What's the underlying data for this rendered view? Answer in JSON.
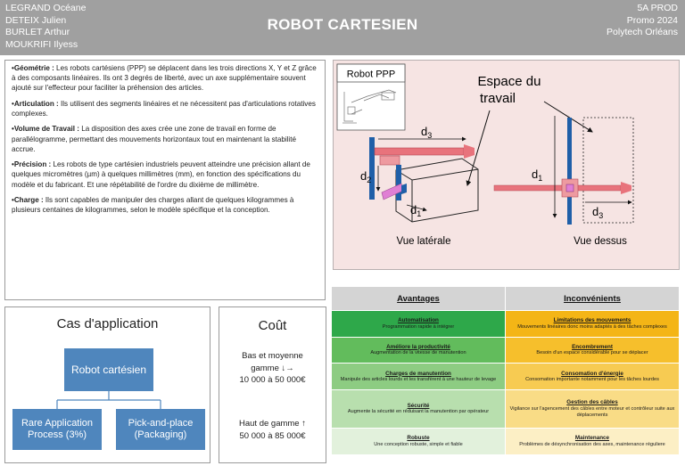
{
  "header": {
    "authors": [
      "LEGRAND Océane",
      "DETEIX Julien",
      "BURLET Arthur",
      "MOUKRIFI Ilyess"
    ],
    "title": "ROBOT CARTESIEN",
    "meta": [
      "5A PROD",
      "Promo  2024",
      "Polytech Orléans"
    ]
  },
  "info": [
    {
      "label": "•Géométrie :",
      "text": " Les robots cartésiens (PPP) se déplacent dans les trois directions X, Y et Z grâce à des composants linéaires. Ils ont 3 degrés de liberté, avec un axe supplémentaire souvent ajouté sur l'effecteur pour faciliter la préhension des articles."
    },
    {
      "label": "•Articulation :",
      "text": " Ils utilisent des segments linéaires et ne nécessitent pas d'articulations rotatives complexes."
    },
    {
      "label": "•Volume de Travail :",
      "text": " La disposition des axes crée une zone de travail en forme de parallélogramme, permettant des mouvements horizontaux tout en maintenant la stabilité accrue."
    },
    {
      "label": "•Précision :",
      "text": " Les robots de type cartésien industriels peuvent atteindre une précision allant de quelques micromètres (µm) à quelques millimètres (mm), en fonction des spécifications du modèle et du fabricant. Et une répétabilité de l'ordre du dixième de millimètre."
    },
    {
      "label": "•Charge :",
      "text": " Ils sont capables de manipuler des charges allant de quelques kilogrammes à plusieurs centaines de kilogrammes, selon le modèle spécifique et la conception."
    }
  ],
  "diagram": {
    "robot_label": "Robot PPP",
    "workspace_label_1": "Espace du",
    "workspace_label_2": "travail",
    "side_view": "Vue latérale",
    "top_view": "Vue dessus",
    "d_symbol": "d",
    "sub1": "1",
    "sub2": "2",
    "sub3": "3"
  },
  "table": {
    "headers": [
      "Avantages",
      "Inconvénients"
    ],
    "rows": [
      {
        "adv_title": "Automatisation",
        "adv_desc": "Programmation rapide à intégrer",
        "dis_title": "Limitations des mouvements",
        "dis_desc": "Mouvements linéaires donc moins adaptés à des tâches complexes"
      },
      {
        "adv_title": "Améliore la productivité",
        "adv_desc": "Augmentation de la vitesse de manutention",
        "dis_title": "Encombrement",
        "dis_desc": "Besoin d'un espace considérable pour se déplacer"
      },
      {
        "adv_title": "Charges de manutention",
        "adv_desc": "Manipule des articles lourds et les transfèrent à une hauteur de levage",
        "dis_title": "Consomation d'énergie",
        "dis_desc": "Consomation importante notamment pour les tâches lourdes"
      },
      {
        "adv_title": "Sécurité",
        "adv_desc": "Augmente la sécurité en réduisant la manutention par opérateur",
        "dis_title": "Gestion des câbles",
        "dis_desc": "Vigilance sur l'agencement des câbles entre moteur et contrôleur suite aux déplacements"
      },
      {
        "adv_title": "Robuste",
        "adv_desc": "Une conception robuste, simple et fiable",
        "dis_title": "Maintenance",
        "dis_desc": "Problèmes de désynchronisation des axes, maintenance réguliere"
      }
    ]
  },
  "application": {
    "title": "Cas d'application",
    "main": "Robot cartésien",
    "left": "Rare Application Process (3%)",
    "right": "Pick-and-place (Packaging)"
  },
  "cost": {
    "title": "Coût",
    "item1_line1": "Bas et moyenne",
    "item1_line2": "gamme ↓→",
    "item1_line3": "10 000 à 50 000€",
    "item2_line1": "Haut de gamme ↑",
    "item2_line2": "50 000 à 85 000€"
  },
  "colors": {
    "header_bg": "#a0a0a0",
    "diagram_bg": "#f6e4e3",
    "axis_blue": "#1f5fa8",
    "axis_red": "#e8737c",
    "app_blue": "#4f86bd"
  }
}
